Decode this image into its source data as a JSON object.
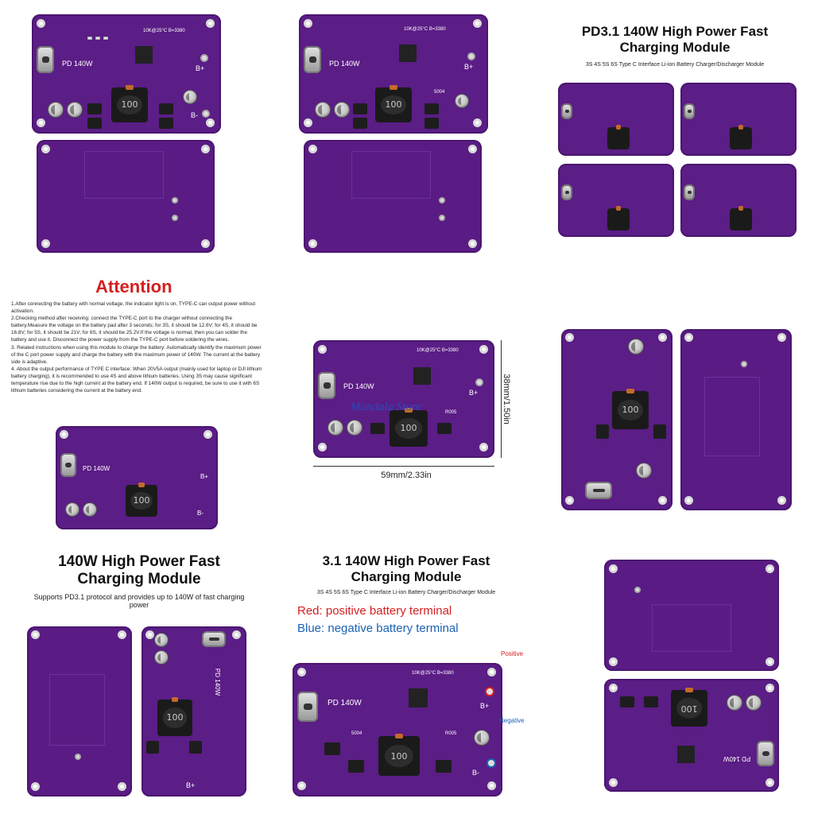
{
  "panel3": {
    "title": "PD3.1 140W High Power Fast Charging Module",
    "subtitle": "3S 4S 5S 6S Type C Interface Li-ion Battery Charger/Discharger Module"
  },
  "attention": {
    "heading": "Attention",
    "paragraphs": [
      "1.After connecting the battery with normal voltage, the indicator light is on, TYPE-C can output power without activation.",
      "2.Checking method after receiving: connect the TYPE-C port to the charger without connecting the battery.Measure the voltage on the battery pad after 3 seconds; for 3S, it should be 12.6V; for 4S, it should be 16.8V; for 5S, it should be 21V; for 6S, it should be 25.2V.If the voltage is normal, then you can solder the battery and use it. Disconnect the power supply from the TYPE-C port before soldering the wires.",
      "3. Related instructions when using this module to charge the battery: Automatically identify the maximum power of the C port power supply and charge the battery with the maximum power of 140W. The current at the battery side is adaptive.",
      "4. About the output performance of TYPE C interface: When 20V5A output (mainly used for laptop or DJI lithium battery charging), it is recommended to use 4S and above lithium batteries. Using 3S may cause significant temperature rise due to the high current at the battery end. If 140W output is required, be sure to use it with 6S lithium batteries considering the current at the battery end."
    ]
  },
  "dimensions": {
    "height_label": "38mm/1.50in",
    "width_label": "59mm/2.33in",
    "watermark": "Mandala Store"
  },
  "panel7": {
    "title": "140W High Power Fast Charging Module",
    "subtitle": "Supports PD3.1 protocol and provides up to 140W of fast charging power"
  },
  "panel8": {
    "title": "3.1 140W High Power Fast Charging Module",
    "subtitle": "3S 4S 5S 6S Type C Interface Li-ion Battery Charger/Discharger Module",
    "red_note": "Red: positive battery terminal",
    "blue_note": "Blue: negative battery terminal",
    "positive_callout": "Positive",
    "negative_callout": "Negative"
  },
  "board": {
    "model_label": "PD 140W",
    "inductor_label": "100",
    "bplus": "B+",
    "bminus": "B-",
    "thermistor": "10K@25°C B=3380",
    "part_500": "5004",
    "part_r005": "R005"
  },
  "colors": {
    "pcb": "#5b1d86",
    "attention": "#d42020",
    "negative": "#1b62b5"
  }
}
